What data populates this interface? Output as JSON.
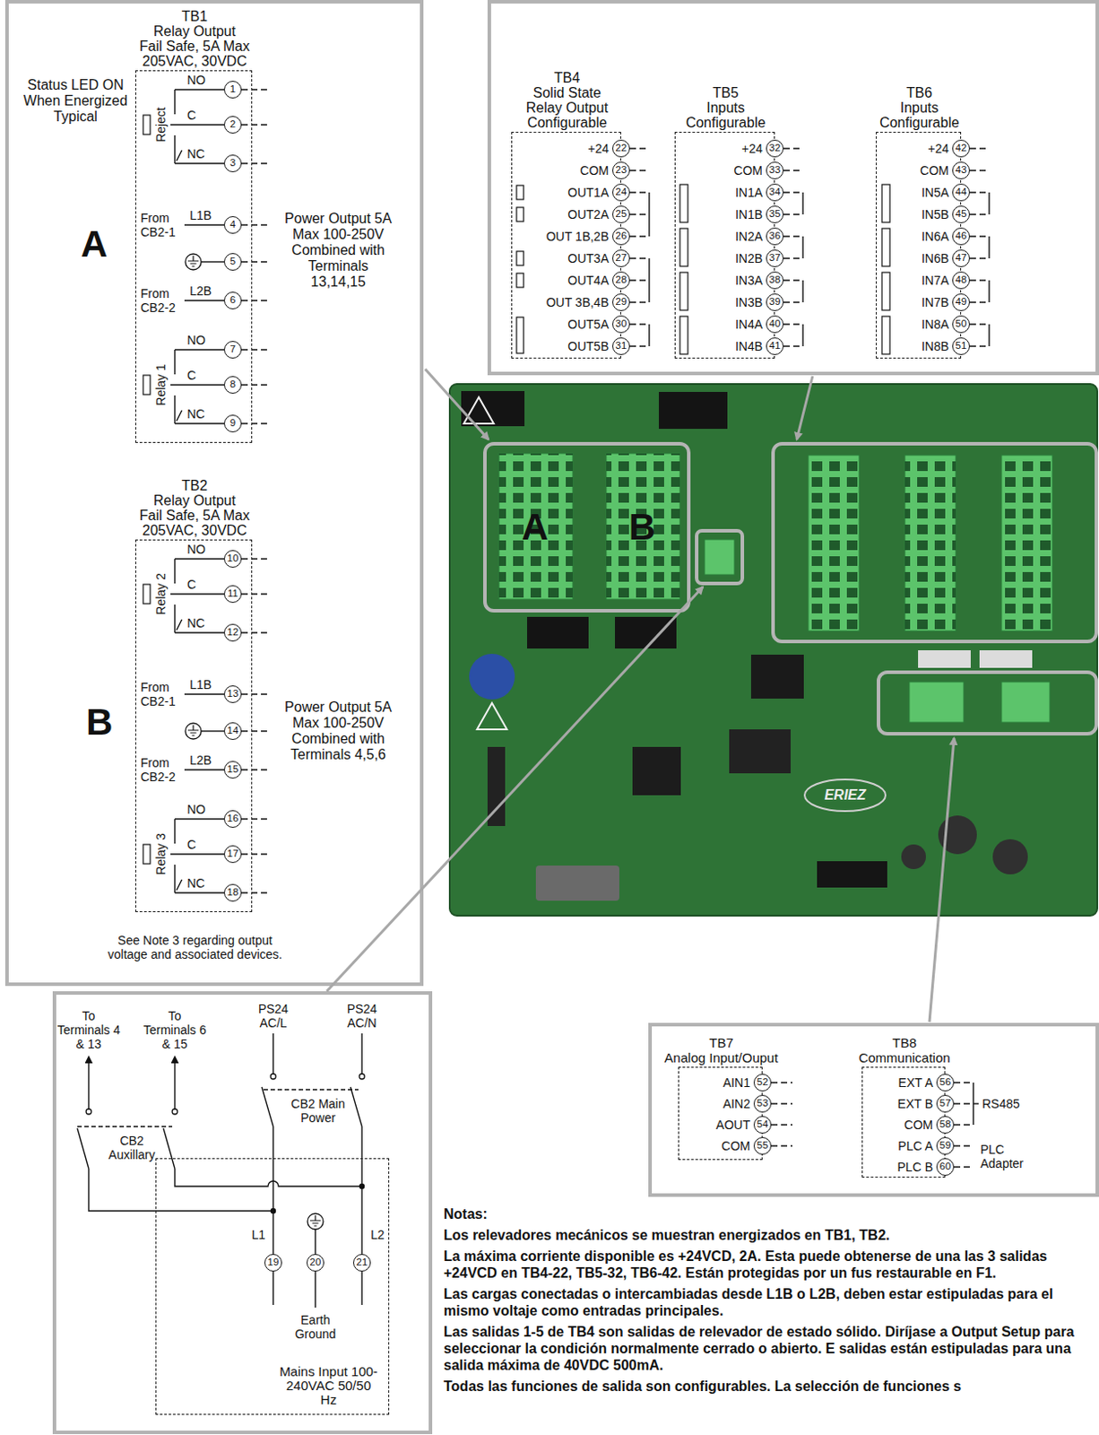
{
  "diagram": {
    "nodes": [
      {
        "text": [
          "TB1",
          "Relay Output",
          "Fail Safe, 5A Max 205VAC, 30VDC"
        ]
      },
      {
        "text": [
          "TB2",
          "Relay Output",
          "Fail Safe, 5A Max 205VAC, 30VDC"
        ]
      },
      {
        "text": [
          "TB4",
          "Solid State Relay Output Configurable"
        ]
      },
      {
        "text": [
          "TB5",
          "Inputs Configurable"
        ]
      },
      {
        "text": [
          "TB6",
          "Inputs Configurable"
        ]
      },
      {
        "text": [
          "TB7",
          "Analog Input/Ouput"
        ]
      },
      {
        "text": [
          "TB8",
          "Communication"
        ]
      },
      {
        "text": [
          "Mains Input 100-240VAC 50/50 Hz"
        ]
      }
    ],
    "labels": [
      "Status LED ON When Energized Typical",
      "A",
      "Power Output 5A Max 100-250V Combined with Terminals 13,14,15",
      "Reject",
      "NO",
      "1",
      "C",
      "2",
      "NC",
      "3",
      "From CB2-1",
      "L1B",
      "4",
      "5",
      "From CB2-2",
      "L2B",
      "6",
      "Relay 1",
      "NO",
      "7",
      "C",
      "8",
      "NC",
      "9",
      "B",
      "Power Output 5A Max 100-250V Combined with Terminals 4,5,6",
      "Relay 2",
      "NO",
      "10",
      "C",
      "11",
      "NC",
      "12",
      "From CB2-1",
      "L1B",
      "13",
      "14",
      "From CB2-2",
      "L2B",
      "15",
      "Relay 3",
      "NO",
      "16",
      "C",
      "17",
      "NC",
      "18",
      "See Note 3 regarding output voltage and associated devices.",
      "+24",
      "22",
      "COM",
      "23",
      "OUT1A",
      "24",
      "OUT2A",
      "25",
      "OUT 1B,2B",
      "26",
      "OUT3A",
      "27",
      "OUT4A",
      "28",
      "OUT 3B,4B",
      "29",
      "OUT5A",
      "30",
      "OUT5B",
      "31",
      "+24",
      "32",
      "COM",
      "33",
      "IN1A",
      "34",
      "IN1B",
      "35",
      "IN2A",
      "36",
      "IN2B",
      "37",
      "IN3A",
      "38",
      "IN3B",
      "39",
      "IN4A",
      "40",
      "IN4B",
      "41",
      "+24",
      "42",
      "COM",
      "43",
      "IN5A",
      "44",
      "IN5B",
      "45",
      "IN6A",
      "46",
      "IN6B",
      "47",
      "IN7A",
      "48",
      "IN7B",
      "49",
      "IN8A",
      "50",
      "IN8B",
      "51",
      "A",
      "B",
      "ERIEZ",
      "AIN1",
      "52",
      "AIN2",
      "53",
      "AOUT",
      "54",
      "COM",
      "55",
      "EXT A",
      "56",
      "EXT B",
      "57",
      "COM",
      "58",
      "PLC A",
      "59",
      "PLC B",
      "60",
      "RS485",
      "PLC Adapter",
      "PS24 AC/L",
      "PS24 AC/N",
      "To Terminals 4 & 13",
      "To Terminals 6 & 15",
      "CB2 Main Power",
      "CB2 Auxillary",
      "L1",
      "19",
      "20",
      "L2",
      "21",
      "Earth Ground",
      "Notas:",
      "Los relevadores mecánicos se muestran energizados en TB1, TB2.",
      "La máxima corriente disponible es +24VCD, 2A. Esta puede obtenerse de una las 3 salidas +24VCD en TB4-22, TB5-32, TB6-42. Están protegidas por un fus restaurable en F1.",
      "Las cargas conectadas o intercambiadas desde L1B o L2B, deben estar estipuladas para el mismo voltaje como entradas principales.",
      "Las salidas 1-5 de TB4 son salidas de relevador de estado sólido. Diríjase a Output Setup para seleccionar la condición normalmente cerrado o abierto. E salidas están estipuladas para una salida máxima de 40VDC 500mA.",
      "Todas las funciones de salida son configurables. La selección de funciones s"
    ]
  }
}
